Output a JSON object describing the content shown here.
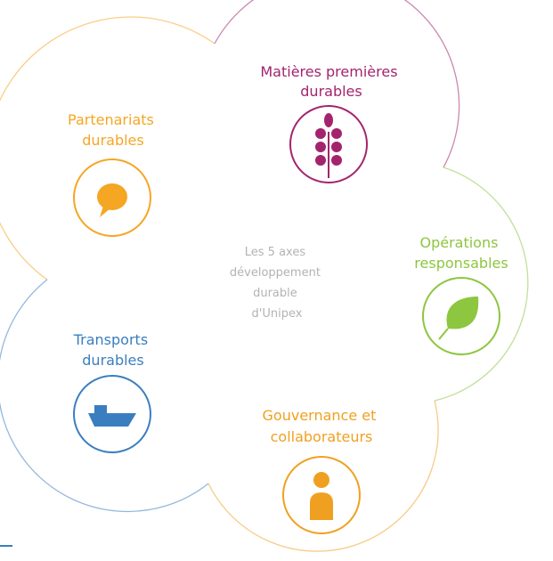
{
  "center": {
    "lines": [
      "Les 5 axes",
      "développement",
      "durable",
      "d'Unipex"
    ]
  },
  "axes": [
    {
      "id": "raw-materials",
      "lines": [
        "Matières premières",
        "durables"
      ],
      "color": "#a3246e",
      "icon": "wheat-icon"
    },
    {
      "id": "partnerships",
      "lines": [
        "Partenariats",
        "durables"
      ],
      "color": "#f5a623",
      "icon": "speech-bubble-icon"
    },
    {
      "id": "operations",
      "lines": [
        "Opérations",
        "responsables"
      ],
      "color": "#8dc63f",
      "icon": "leaf-icon"
    },
    {
      "id": "transport",
      "lines": [
        "Transports",
        "durables"
      ],
      "color": "#3a7ebf",
      "icon": "ship-icon"
    },
    {
      "id": "governance",
      "lines": [
        "Gouvernance et",
        "collaborateurs"
      ],
      "color": "#f0a020",
      "icon": "person-icon"
    }
  ]
}
